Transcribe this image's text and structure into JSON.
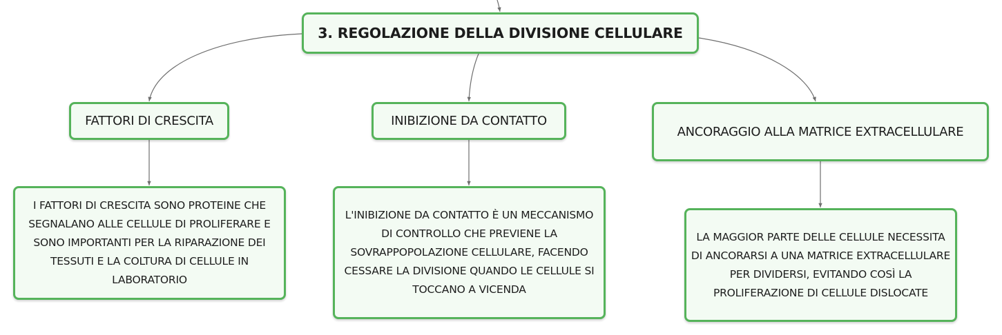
{
  "colors": {
    "node_border": "#55b35a",
    "node_fill": "#f3fbf3",
    "connector": "#6e6e6e",
    "text": "#1c1c1c"
  },
  "root": {
    "label": "3. REGOLAZIONE DELLA DIVISIONE CELLULARE"
  },
  "topics": [
    {
      "label": "FATTORI DI CRESCITA",
      "detail": "I FATTORI DI CRESCITA SONO PROTEINE CHE SEGNALANO ALLE CELLULE DI PROLIFERARE E SONO IMPORTANTI PER LA RIPARAZIONE DEI TESSUTI E LA COLTURA DI CELLULE IN LABORATORIO"
    },
    {
      "label": "INIBIZIONE DA CONTATTO",
      "detail": "L'INIBIZIONE DA CONTATTO È UN MECCANISMO DI CONTROLLO CHE PREVIENE LA SOVRAPPOPOLAZIONE CELLULARE, FACENDO CESSARE LA DIVISIONE QUANDO LE CELLULE SI TOCCANO A VICENDA"
    },
    {
      "label": "ANCORAGGIO ALLA MATRICE EXTRACELLULARE",
      "detail": "LA MAGGIOR PARTE DELLE CELLULE NECESSITA DI ANCORARSI A UNA MATRICE EXTRACELLULARE PER DIVIDERSI, EVITANDO COSÌ LA PROLIFERAZIONE DI CELLULE DISLOCATE"
    }
  ]
}
